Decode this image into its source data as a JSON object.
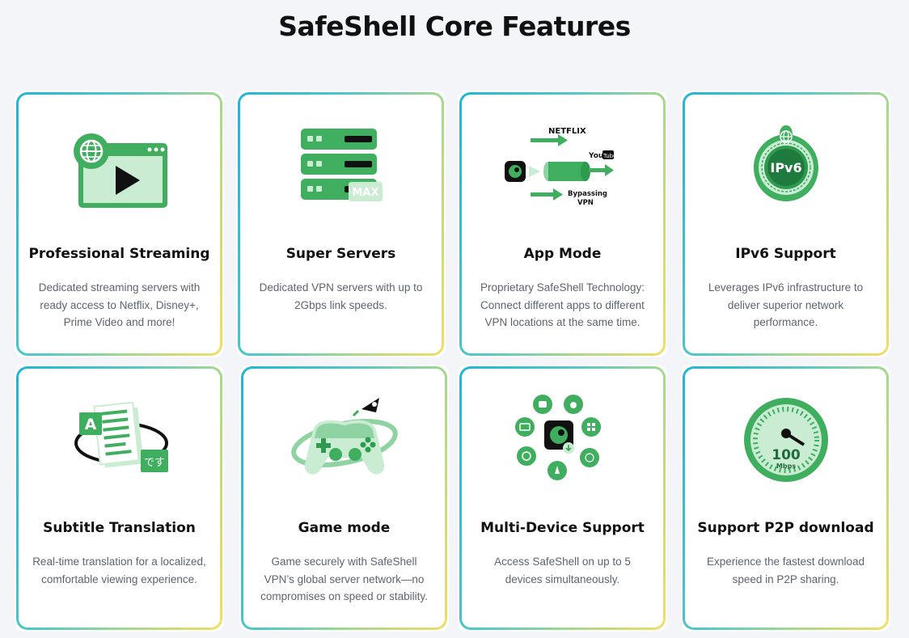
{
  "header": {
    "title": "SafeShell Core Features"
  },
  "cards": [
    {
      "title": "Professional Streaming",
      "desc": "Dedicated streaming servers with ready access to Netflix, Disney+, Prime Video and more!",
      "icon": "streaming-icon"
    },
    {
      "title": "Super Servers",
      "desc": "Dedicated VPN servers with up to 2Gbps link speeds.",
      "icon": "servers-icon",
      "badge": "MAX"
    },
    {
      "title": "App Mode",
      "desc": "Proprietary SafeShell Technology: Connect different apps to different VPN locations at the same time.",
      "icon": "app-mode-icon",
      "labels": {
        "netflix": "NETFLIX",
        "youtube_a": "You",
        "youtube_b": "Tube",
        "bypass1": "Bypassing",
        "bypass2": "VPN"
      }
    },
    {
      "title": "IPv6 Support",
      "desc": "Leverages IPv6 infrastructure to deliver superior network performance.",
      "icon": "ipv6-icon",
      "badge": "IPv6"
    },
    {
      "title": "Subtitle Translation",
      "desc": "Real-time translation for a localized, comfortable viewing experience.",
      "icon": "translation-icon",
      "labels": {
        "letter": "A",
        "jp": "です"
      }
    },
    {
      "title": "Game mode",
      "desc": "Game securely with SafeShell VPN’s global server network—no compromises on speed or stability.",
      "icon": "gamepad-icon"
    },
    {
      "title": "Multi-Device Support",
      "desc": "Access SafeShell on up to 5 devices simultaneously.",
      "icon": "devices-icon"
    },
    {
      "title": "Support P2P download",
      "desc": "Experience the fastest download speed in P2P sharing.",
      "icon": "speedometer-icon",
      "labels": {
        "speed": "100",
        "unit": "Mbps"
      }
    }
  ]
}
